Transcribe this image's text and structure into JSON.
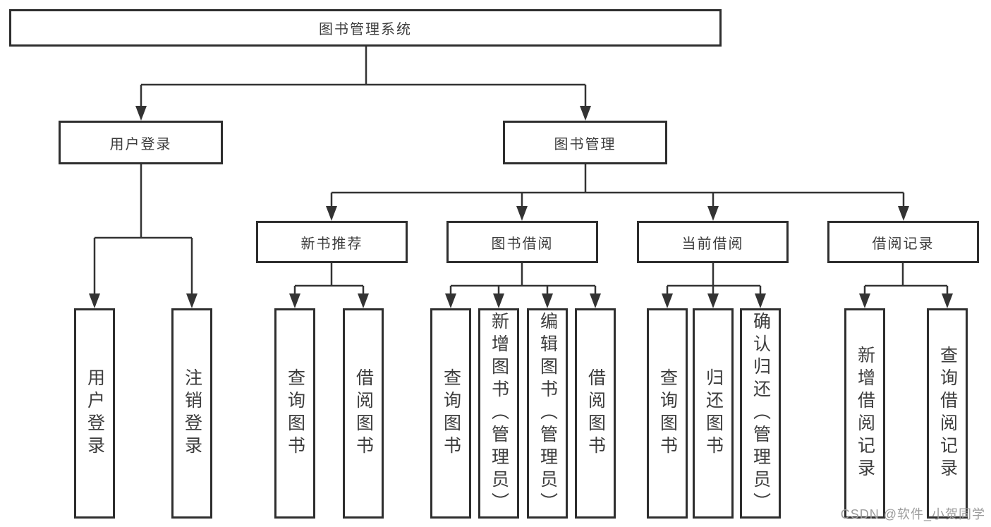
{
  "diagram": {
    "root": {
      "label": "图书管理系统"
    },
    "level2": {
      "user_login": {
        "label": "用户登录"
      },
      "book_mgmt": {
        "label": "图书管理"
      }
    },
    "level3": {
      "new_book": {
        "label": "新书推荐",
        "parent": "图书管理"
      },
      "borrow": {
        "label": "图书借阅",
        "parent": "图书管理"
      },
      "current": {
        "label": "当前借阅",
        "parent": "图书管理"
      },
      "records": {
        "label": "借阅记录",
        "parent": "图书管理"
      }
    },
    "leaves": {
      "login": {
        "label": "用户登录",
        "parent": "用户登录"
      },
      "logout": {
        "label": "注销登录",
        "parent": "用户登录"
      },
      "nb_query": {
        "label": "查询图书",
        "parent": "新书推荐"
      },
      "nb_borrow": {
        "label": "借阅图书",
        "parent": "新书推荐"
      },
      "bb_query": {
        "label": "查询图书",
        "parent": "图书借阅"
      },
      "bb_add": {
        "label": "新增图书（管理员）",
        "parent": "图书借阅"
      },
      "bb_edit": {
        "label": "编辑图书（管理员）",
        "parent": "图书借阅"
      },
      "bb_borrow": {
        "label": "借阅图书",
        "parent": "图书借阅"
      },
      "cb_query": {
        "label": "查询图书",
        "parent": "当前借阅"
      },
      "cb_return": {
        "label": "归还图书",
        "parent": "当前借阅"
      },
      "cb_confirm": {
        "label": "确认归还（管理员）",
        "parent": "当前借阅"
      },
      "br_add": {
        "label": "新增借阅记录",
        "parent": "借阅记录"
      },
      "br_query": {
        "label": "查询借阅记录",
        "parent": "借阅记录"
      }
    }
  },
  "watermark": {
    "text": "CSDN @软件_小贺同学"
  },
  "colors": {
    "line": "#333333",
    "box_border": "#2e2e2e",
    "text": "#3c3c3c",
    "watermark": "#9c9c9c",
    "background": "#ffffff"
  }
}
